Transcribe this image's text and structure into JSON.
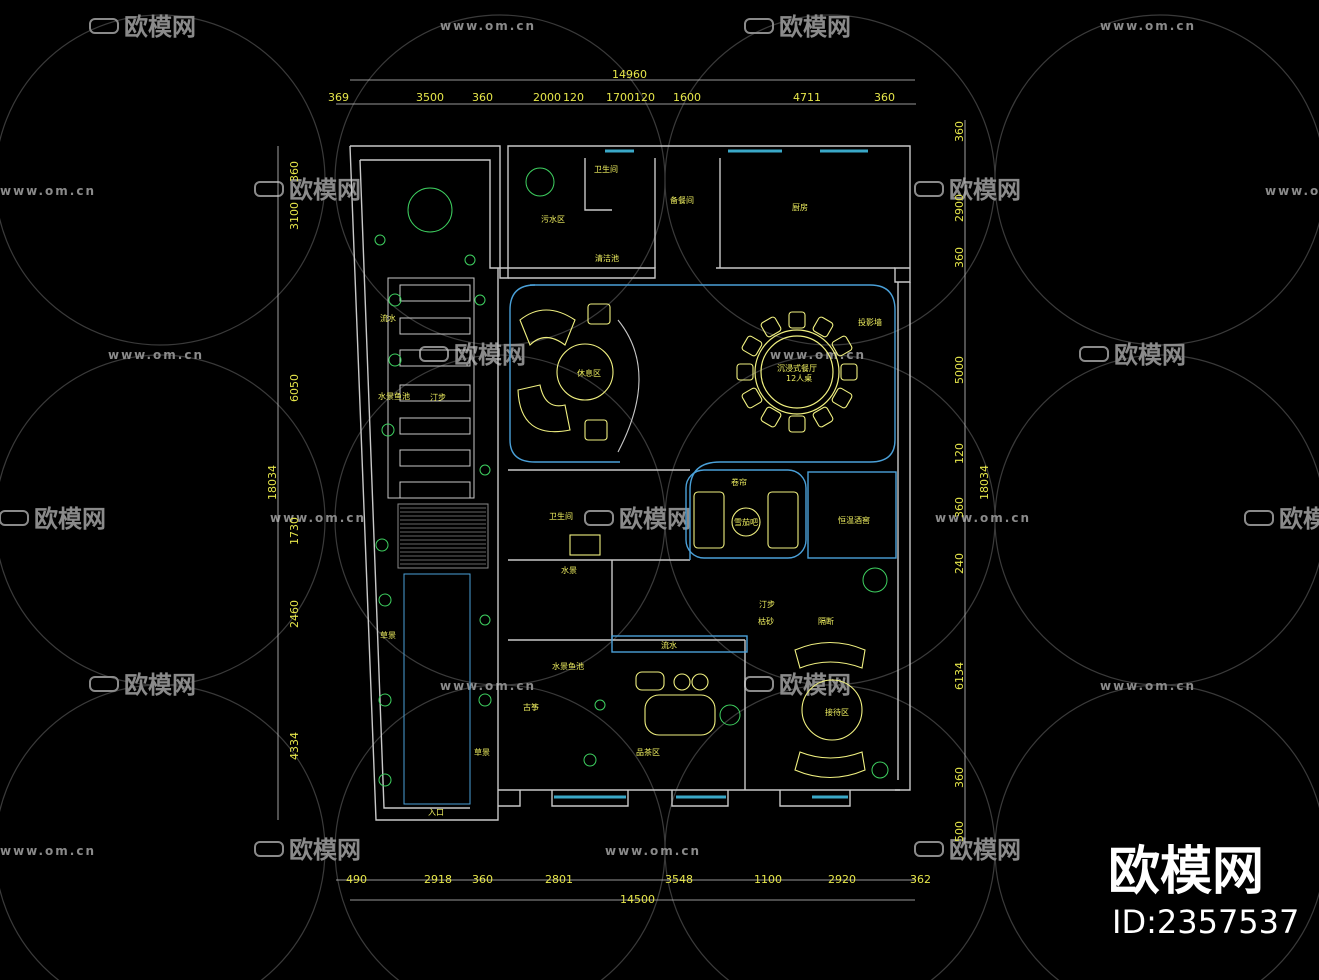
{
  "watermark": {
    "url": "www.om.cn",
    "brand": "欧模网",
    "id_label": "ID:2357537"
  },
  "dimensions": {
    "top_total": "14960",
    "top_segments": [
      "369",
      "3500",
      "360",
      "2000",
      "120",
      "1700120",
      "1600",
      "4711",
      "360"
    ],
    "bottom_total": "14500",
    "bottom_segments": [
      "490",
      "2918",
      "360",
      "2801",
      "3548",
      "1100",
      "2920",
      "362"
    ],
    "left_total": "18034",
    "left_segments": [
      "360",
      "3100",
      "6050",
      "1730",
      "2460",
      "4334"
    ],
    "right_total": "18034",
    "right_segments": [
      "360",
      "2900",
      "360",
      "5000",
      "120",
      "360",
      "240",
      "6134",
      "360",
      "500"
    ]
  },
  "rooms": {
    "toilet_top": "卫生间",
    "dirty_area": "污水区",
    "pantry": "备餐间",
    "kitchen": "厨房",
    "mop_pool": "清洁池",
    "projection_wall": "投影墙",
    "dining_hall": "沉浸式餐厅",
    "dining_seats": "12人桌",
    "rest_area": "休息区",
    "stream_left": "流水",
    "fish_pond_left": "水景鱼池",
    "stepping_left": "汀步",
    "toilet_mid": "卫生间",
    "curtain": "卷帘",
    "cigar_room": "雪茄吧",
    "wine_cellar": "恒温酒窖",
    "waterscape": "水景",
    "stepping_right": "汀步",
    "dry_garden": "枯砂",
    "partition": "隔断",
    "greenery_left": "草景",
    "stream_mid": "流水",
    "fish_pond_mid": "水景鱼池",
    "guzheng": "古筝",
    "tea_area": "品茶区",
    "reception": "接待区",
    "greenery_bottom": "草景",
    "entrance": "入口"
  }
}
